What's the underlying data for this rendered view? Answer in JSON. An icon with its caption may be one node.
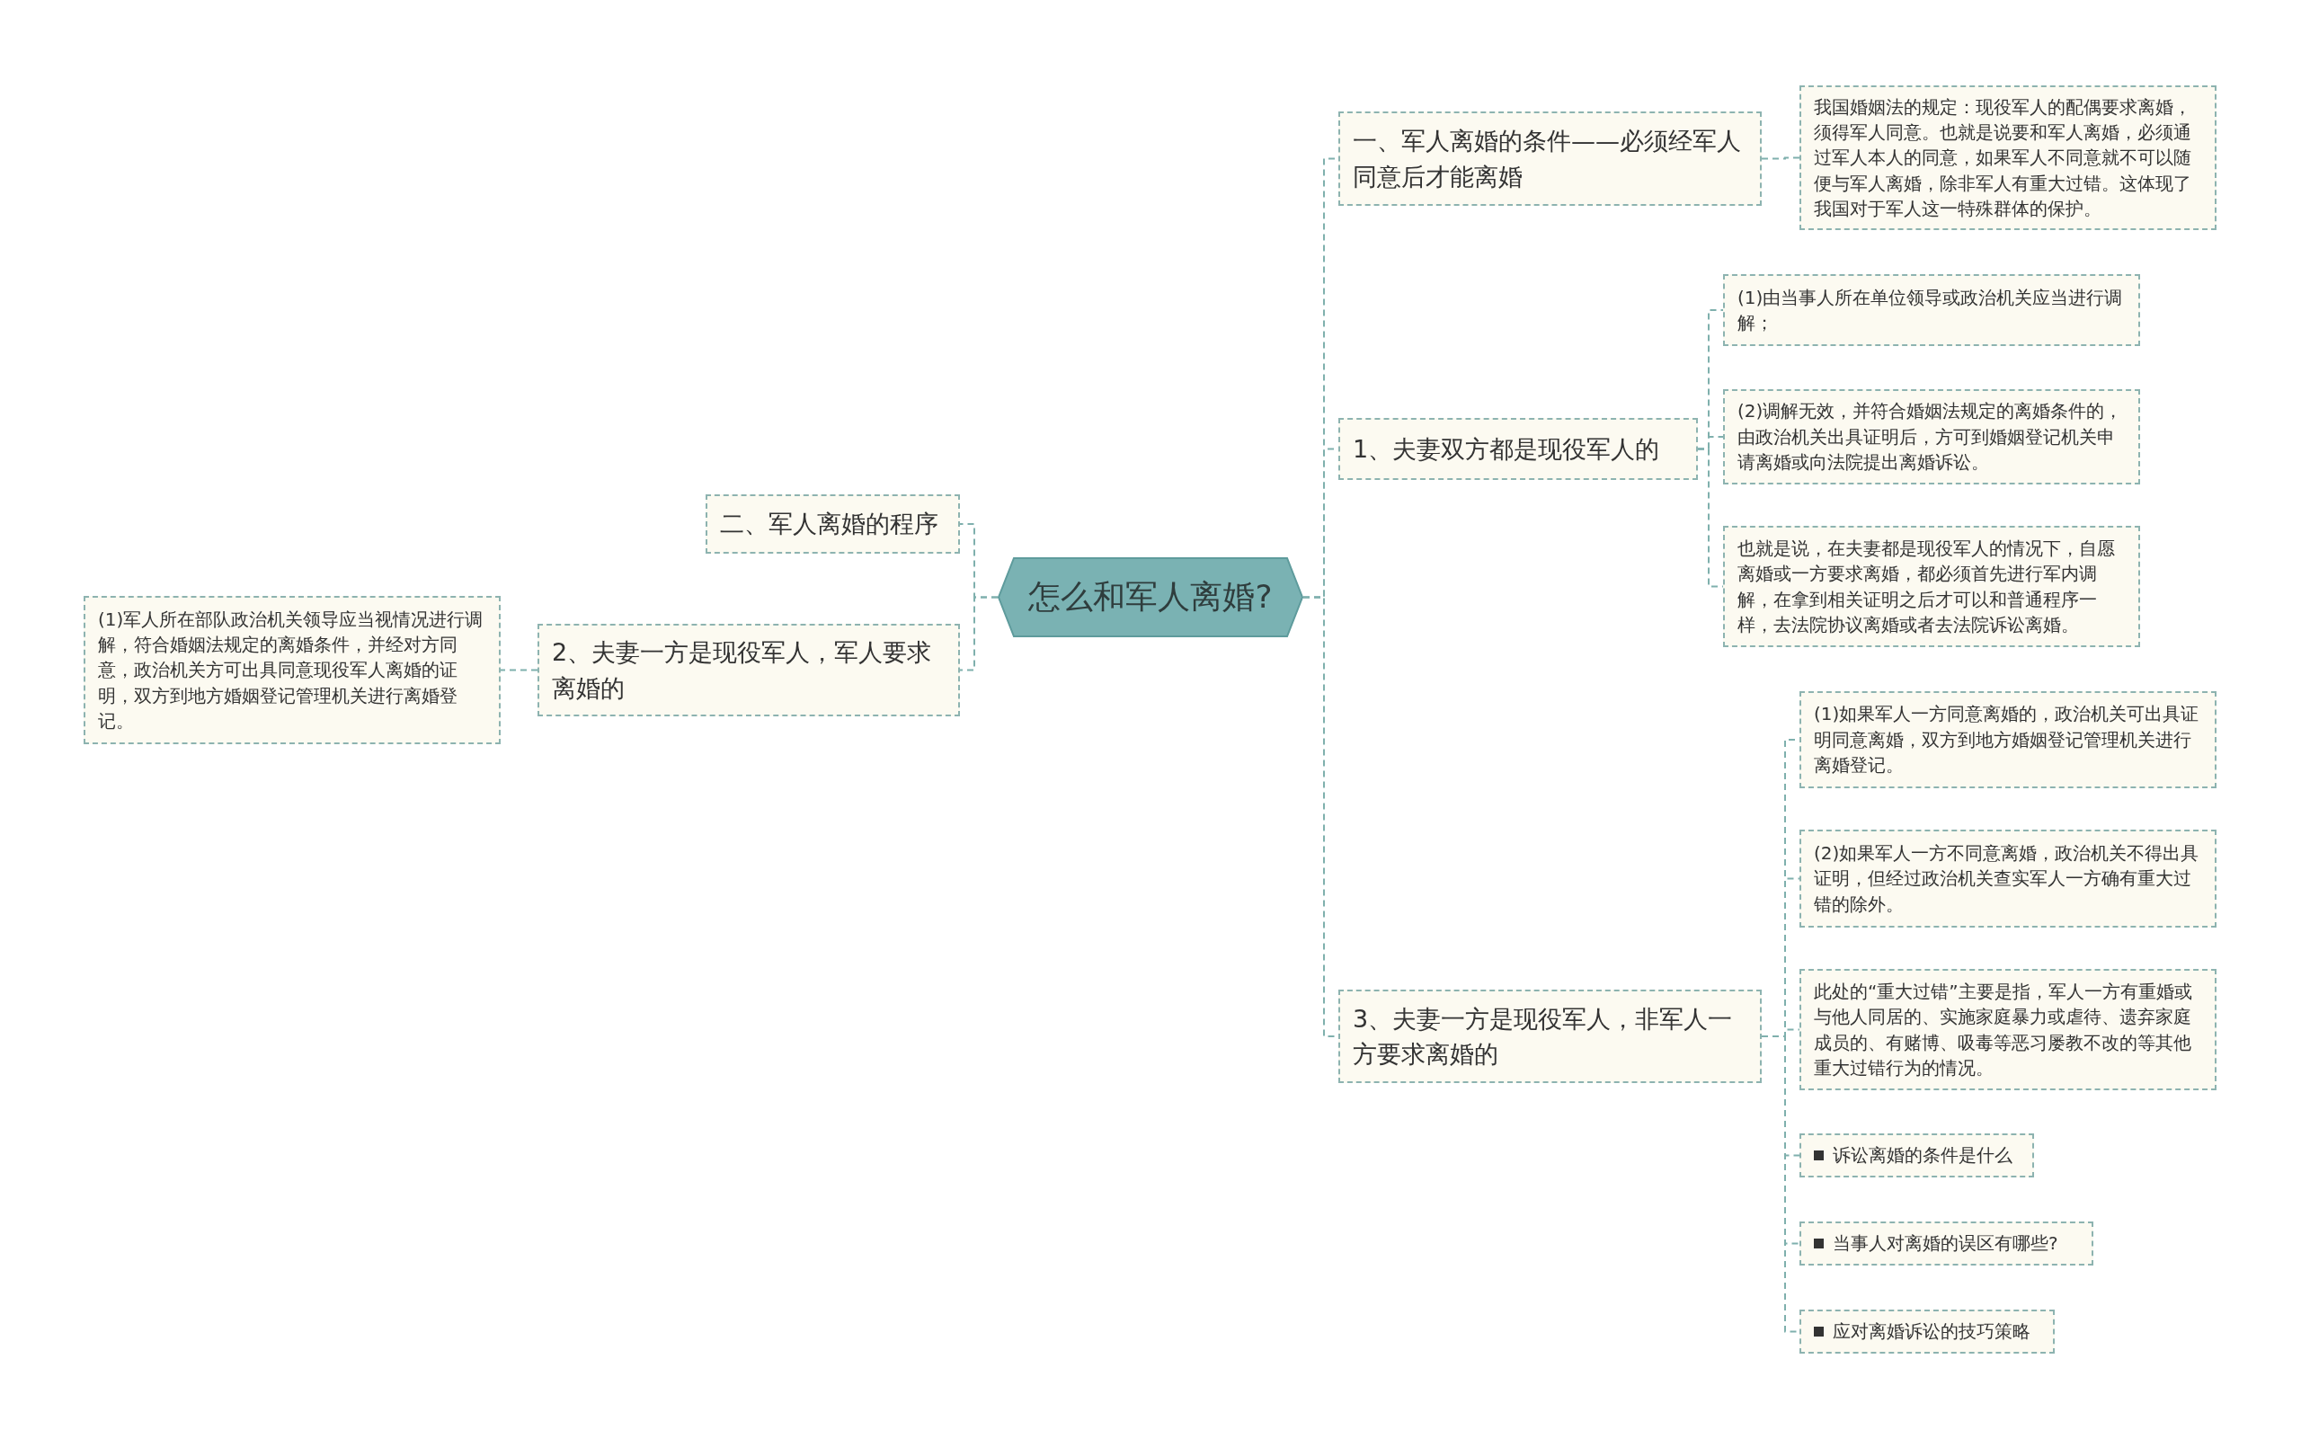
{
  "diagram": {
    "nodes": [
      {
        "text": [
          "怎么和军人离婚?"
        ]
      },
      {
        "text": [
          "一、军人离婚的条件——必须经军人同意后才能离婚"
        ]
      },
      {
        "text": [
          "我国婚姻法的规定：现役军人的配偶要求离婚，须得军人同意。也就是说要和军人离婚，必须通过军人本人的同意，如果军人不同意就不可以随便与军人离婚，除非军人有重大过错。这体现了我国对于军人这一特殊群体的保护。"
        ]
      },
      {
        "text": [
          "1、夫妻双方都是现役军人的"
        ]
      },
      {
        "text": [
          "(1)由当事人所在单位领导或政治机关应当进行调解；"
        ]
      },
      {
        "text": [
          "(2)调解无效，并符合婚姻法规定的离婚条件的，由政治机关出具证明后，方可到婚姻登记机关申请离婚或向法院提出离婚诉讼。"
        ]
      },
      {
        "text": [
          "也就是说，在夫妻都是现役军人的情况下，自愿离婚或一方要求离婚，都必须首先进行军内调解，在拿到相关证明之后才可以和普通程序一样，去法院协议离婚或者去法院诉讼离婚。"
        ]
      },
      {
        "text": [
          "3、夫妻一方是现役军人，非军人一方要求离婚的"
        ]
      },
      {
        "text": [
          "(1)如果军人一方同意离婚的，政治机关可出具证明同意离婚，双方到地方婚姻登记管理机关进行离婚登记。"
        ]
      },
      {
        "text": [
          "(2)如果军人一方不同意离婚，政治机关不得出具证明，但经过政治机关查实军人一方确有重大过错的除外。"
        ]
      },
      {
        "text": [
          "此处的“重大过错”主要是指，军人一方有重婚或与他人同居的、实施家庭暴力或虐待、遗弃家庭成员的、有赌博、吸毒等恶习屡教不改的等其他重大过错行为的情况。"
        ]
      },
      {
        "text": [
          "诉讼离婚的条件是什么"
        ]
      },
      {
        "text": [
          "当事人对离婚的误区有哪些?"
        ]
      },
      {
        "text": [
          "应对离婚诉讼的技巧策略"
        ]
      },
      {
        "text": [
          "二、军人离婚的程序"
        ]
      },
      {
        "text": [
          "2、夫妻一方是现役军人，军人要求离婚的"
        ]
      },
      {
        "text": [
          "(1)军人所在部队政治机关领导应当视情况进行调解，符合婚姻法规定的离婚条件，并经对方同意，政治机关方可出具同意现役军人离婚的证明，双方到地方婚姻登记管理机关进行离婚登记。"
        ]
      }
    ],
    "edges": [
      {
        "from": 0,
        "to": 1,
        "arrow": "none"
      },
      {
        "from": 1,
        "to": 2,
        "arrow": "none"
      },
      {
        "from": 0,
        "to": 3,
        "arrow": "none"
      },
      {
        "from": 3,
        "to": 4,
        "arrow": "none"
      },
      {
        "from": 3,
        "to": 5,
        "arrow": "none"
      },
      {
        "from": 3,
        "to": 6,
        "arrow": "none"
      },
      {
        "from": 0,
        "to": 7,
        "arrow": "none"
      },
      {
        "from": 7,
        "to": 8,
        "arrow": "none"
      },
      {
        "from": 7,
        "to": 9,
        "arrow": "none"
      },
      {
        "from": 7,
        "to": 10,
        "arrow": "none"
      },
      {
        "from": 7,
        "to": 11,
        "arrow": "none"
      },
      {
        "from": 7,
        "to": 12,
        "arrow": "none"
      },
      {
        "from": 7,
        "to": 13,
        "arrow": "none"
      },
      {
        "from": 0,
        "to": 14,
        "arrow": "none"
      },
      {
        "from": 0,
        "to": 15,
        "arrow": "none"
      },
      {
        "from": 15,
        "to": 16,
        "arrow": "none"
      }
    ]
  }
}
